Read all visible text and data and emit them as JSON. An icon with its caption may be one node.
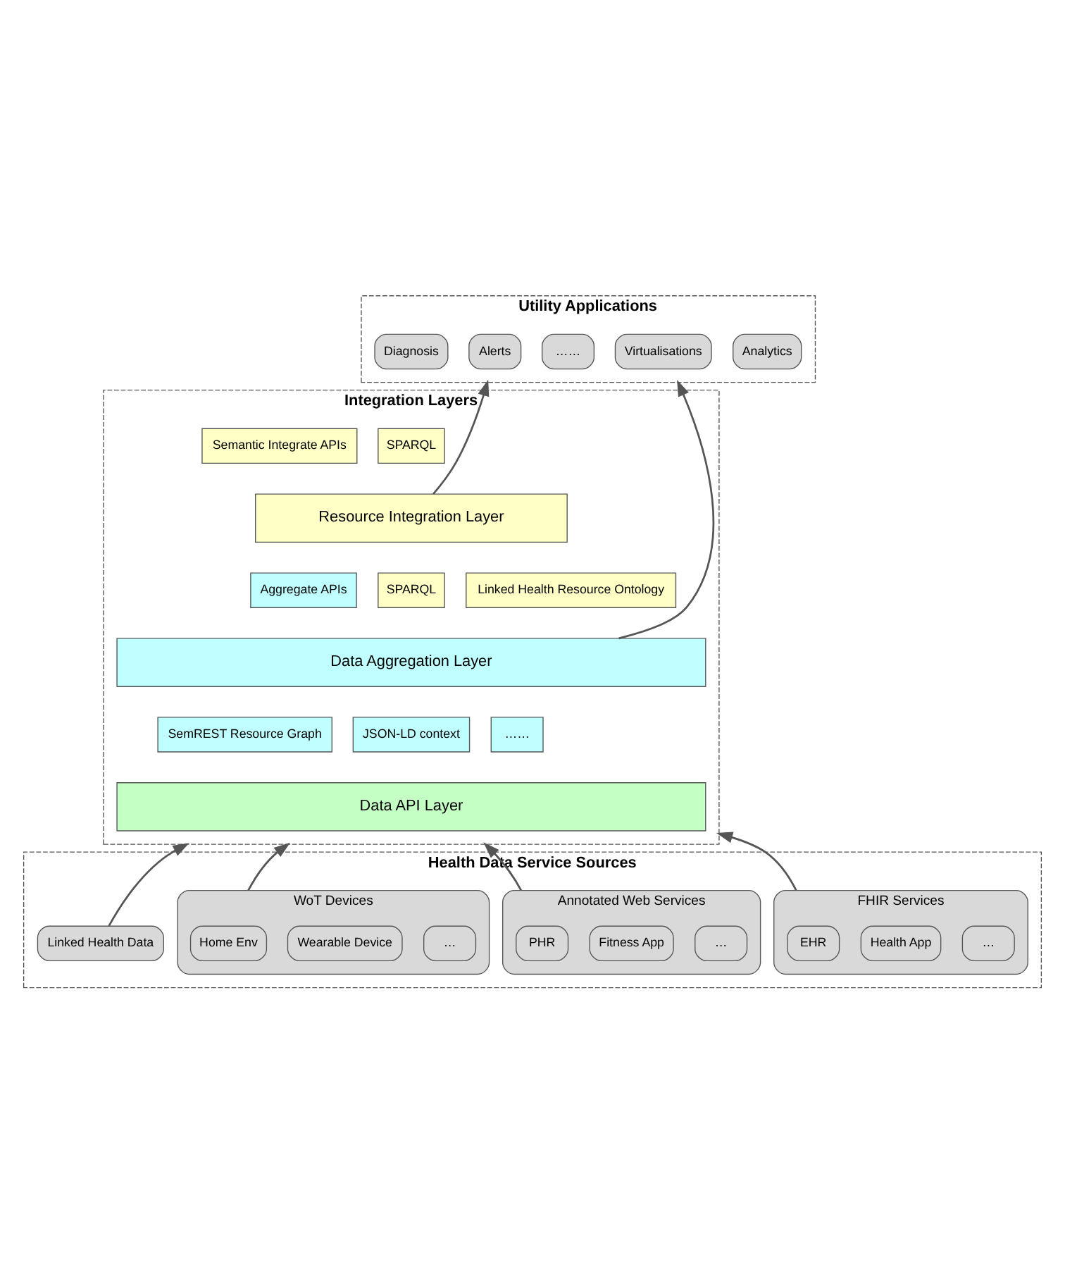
{
  "diagram": {
    "nodes": [
      {
        "text": [
          "Utility Applications"
        ]
      },
      {
        "text": [
          "Virtualisations"
        ],
        "in": 0
      },
      {
        "text": [
          "Analytics"
        ],
        "in": 0
      },
      {
        "text": [
          "Diagnosis"
        ],
        "in": 0
      },
      {
        "text": [
          "Alerts"
        ],
        "in": 0
      },
      {
        "text": [
          "……"
        ],
        "in": 0
      },
      {
        "text": [
          "Integration Layers"
        ]
      },
      {
        "text": [
          "Semantic Integrate APIs"
        ],
        "in": 6
      },
      {
        "text": [
          "SPARQL"
        ],
        "in": 6
      },
      {
        "text": [
          "Resource Integration Layer"
        ],
        "in": 6
      },
      {
        "text": [
          "Aggregate APIs"
        ],
        "in": 6
      },
      {
        "text": [
          "SPARQL"
        ],
        "in": 6
      },
      {
        "text": [
          "Linked Health Resource Ontology"
        ],
        "in": 6
      },
      {
        "text": [
          "Data Aggregation Layer"
        ],
        "in": 6
      },
      {
        "text": [
          "SemREST Resource Graph"
        ],
        "in": 6
      },
      {
        "text": [
          "JSON-LD context"
        ],
        "in": 6
      },
      {
        "text": [
          "……"
        ],
        "in": 6
      },
      {
        "text": [
          "Data API Layer"
        ],
        "in": 6
      },
      {
        "text": [
          "Health Data Service Sources"
        ]
      },
      {
        "text": [
          "FHIR Services"
        ],
        "in": 18
      },
      {
        "text": [
          "EHR"
        ],
        "in": 19
      },
      {
        "text": [
          "Health App"
        ],
        "in": 19
      },
      {
        "text": [
          "…"
        ],
        "in": 19
      },
      {
        "text": [
          "Annotated Web Services"
        ],
        "in": 18
      },
      {
        "text": [
          "PHR"
        ],
        "in": 23
      },
      {
        "text": [
          "Fitness App"
        ],
        "in": 23
      },
      {
        "text": [
          "…"
        ],
        "in": 23
      },
      {
        "text": [
          "WoT Devices"
        ],
        "in": 18
      },
      {
        "text": [
          "Home Env"
        ],
        "in": 27
      },
      {
        "text": [
          "Wearable Device"
        ],
        "in": 27
      },
      {
        "text": [
          "…"
        ],
        "in": 27
      },
      {
        "text": [
          "Linked Health Data"
        ],
        "in": 18
      }
    ],
    "edges": [
      {
        "from": 13,
        "to": 0,
        "arrow": "to"
      },
      {
        "from": 9,
        "to": 0,
        "arrow": "to"
      },
      {
        "from": 19,
        "to": 6,
        "arrow": "to"
      },
      {
        "from": 23,
        "to": 6,
        "arrow": "to"
      },
      {
        "from": 27,
        "to": 6,
        "arrow": "to"
      },
      {
        "from": 31,
        "to": 6,
        "arrow": "to"
      }
    ]
  }
}
